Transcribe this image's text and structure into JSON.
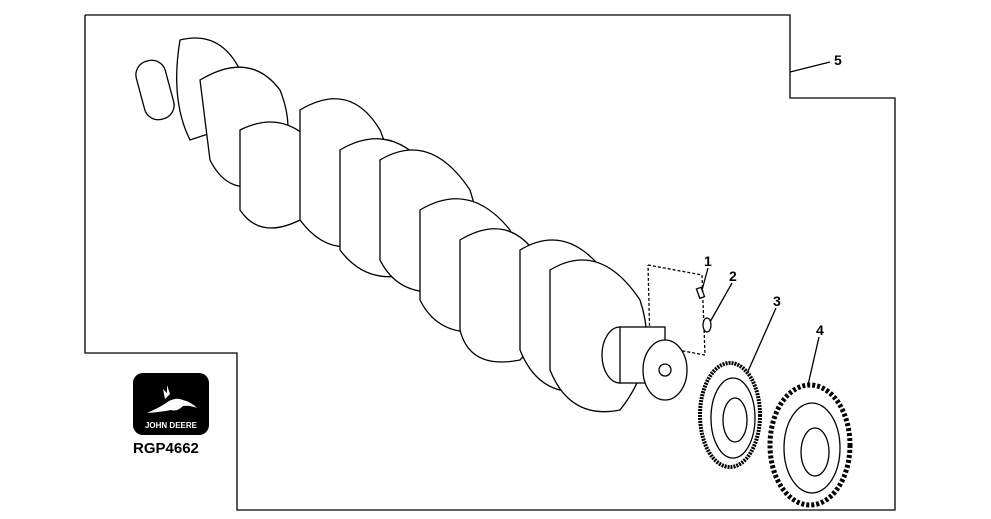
{
  "figure": {
    "id": "RGP4662",
    "logo_text": "JOHN DEERE",
    "callouts": [
      "1",
      "2",
      "3",
      "4",
      "5"
    ]
  }
}
